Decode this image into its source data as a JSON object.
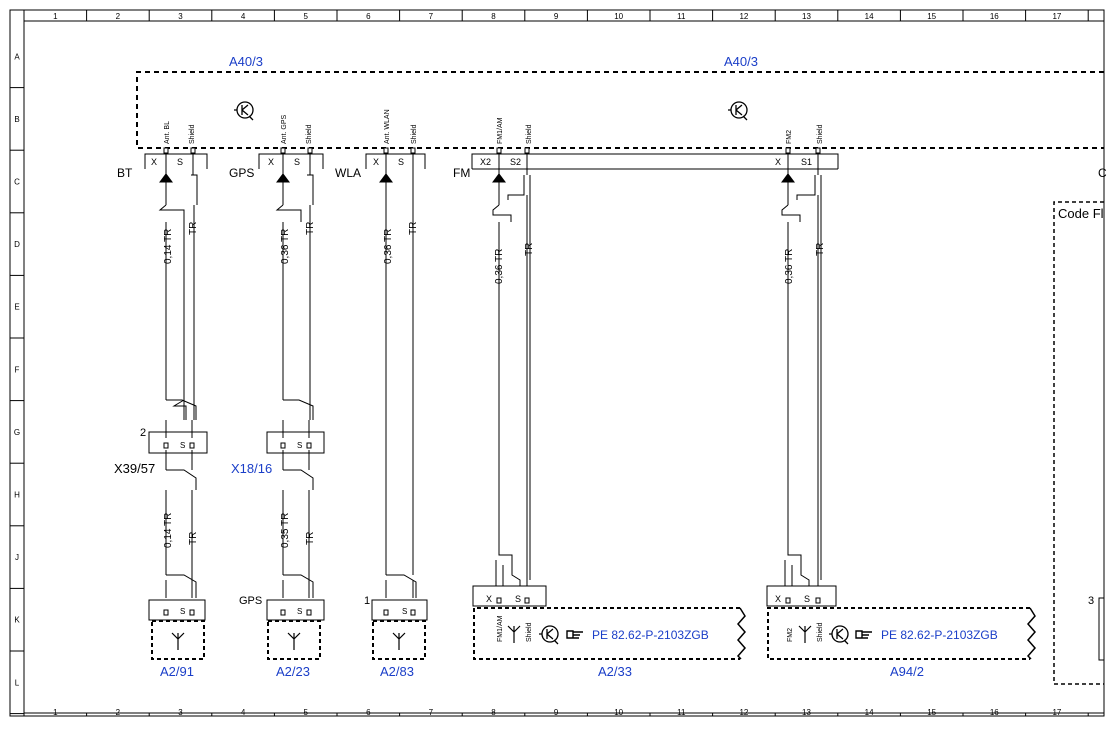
{
  "grid": {
    "columns": [
      "1",
      "2",
      "3",
      "4",
      "5",
      "6",
      "7",
      "8",
      "9",
      "10",
      "11",
      "12",
      "13",
      "14",
      "15",
      "16",
      "17"
    ],
    "rows": [
      "A",
      "B",
      "C",
      "D",
      "E",
      "F",
      "G",
      "H",
      "J",
      "K",
      "L"
    ]
  },
  "labels": {
    "a40_left": "A40/3",
    "a40_right": "A40/3",
    "bt": "BT",
    "gps": "GPS",
    "wla": "WLA",
    "fm": "FM",
    "c_partial": "C",
    "code_box": "Code Fl",
    "x39": "X39/57",
    "x18": "X18/16",
    "pin2": "2",
    "gps_k": "GPS",
    "pin1": "1",
    "pin3": "3",
    "a2_91": "A2/91",
    "a2_23": "A2/23",
    "a2_83": "A2/83",
    "a2_33": "A2/33",
    "a94_2": "A94/2"
  },
  "pins": {
    "ant_bl": "Ant. BL",
    "ant_gps": "Ant. GPS",
    "ant_wlan": "Ant. WLAN",
    "fm1am": "FM1/AM",
    "fm2": "FM2",
    "shield": "Shield",
    "x": "X",
    "s": "S",
    "x2": "X2",
    "s2": "S2",
    "s1": "S1"
  },
  "wires": {
    "w014": "0,14 TR",
    "w036": "0,36 TR",
    "w035": "0,35 TR",
    "tr": "TR"
  },
  "refs": {
    "pe_a2_33": "PE 82.62-P-2103ZGB",
    "pe_a94_2": "PE 82.62-P-2103ZGB"
  },
  "icon_names": [
    "amplifier-icon",
    "antenna-icon",
    "pointing-hand-icon"
  ]
}
